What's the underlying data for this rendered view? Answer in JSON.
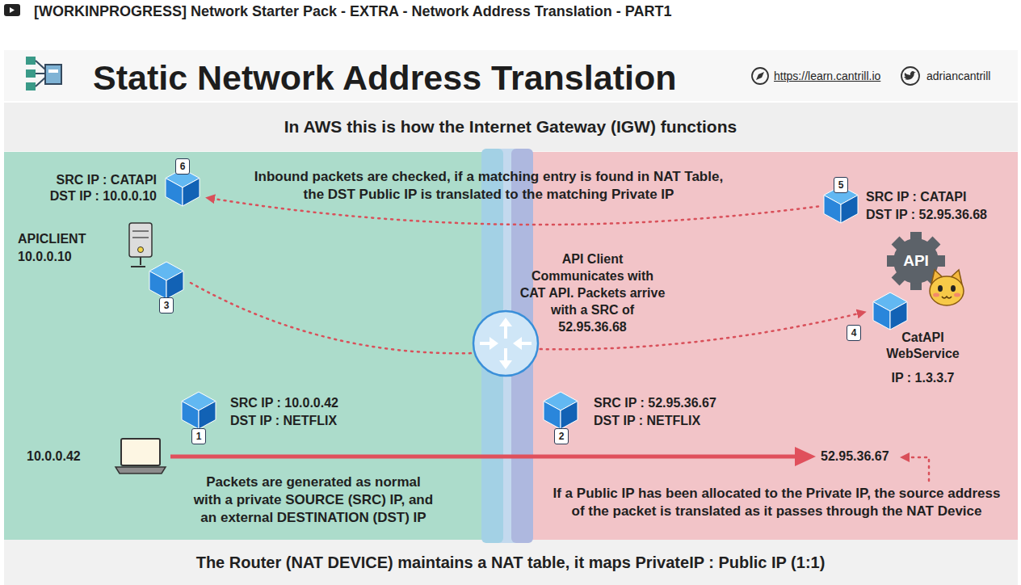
{
  "diagram": {
    "title": "Static Network Address Translation",
    "caption": "The Router (NAT DEVICE) maintains a NAT table, it maps PrivateIP : Public IP (1:1)",
    "nodes": [
      {
        "text": [
          "SRC IP : CATAPI",
          "DST IP : 10.0.0.10"
        ]
      },
      {
        "text": [
          "SRC IP : CATAPI",
          "DST IP : 52.95.36.68"
        ]
      },
      {
        "text": [
          "APICLIENT",
          "10.0.0.10"
        ]
      },
      {
        "text": [
          "CatAPI WebService",
          "IP : 1.3.3.7"
        ]
      },
      {
        "text": [
          "SRC IP : 10.0.0.42",
          "DST IP : NETFLIX"
        ]
      },
      {
        "text": [
          "SRC IP : 52.95.36.67",
          "DST IP : NETFLIX"
        ]
      },
      {
        "text": [
          "10.0.0.42"
        ]
      },
      {
        "text": [
          "52.95.36.67"
        ]
      }
    ],
    "edges": [
      {
        "from": 1,
        "to": 0,
        "arrow": "to"
      },
      {
        "from": 2,
        "to": 3,
        "arrow": "to"
      },
      {
        "from": 6,
        "to": 7,
        "arrow": "to"
      }
    ],
    "labels": [
      "[WORKINPROGRESS] Network Starter Pack - EXTRA - Network Address Translation - PART1",
      "https://learn.cantrill.io",
      "adriancantrill",
      "In AWS this is how the Internet Gateway (IGW) functions",
      "6",
      "Inbound packets are checked, if a matching entry is found in NAT Table, the DST Public IP is translated to the matching Private IP",
      "5",
      "API Client Communicates with CAT API. Packets arrive with a SRC of 52.95.36.68",
      "API",
      "3",
      "4",
      "1",
      "2",
      "Packets are generated as normal with a private SOURCE (SRC) IP, and an external DESTINATION (DST) IP",
      "If a Public IP has been allocated to the Private IP, the source address of the packet is translated as it passes through the NAT Device"
    ]
  }
}
